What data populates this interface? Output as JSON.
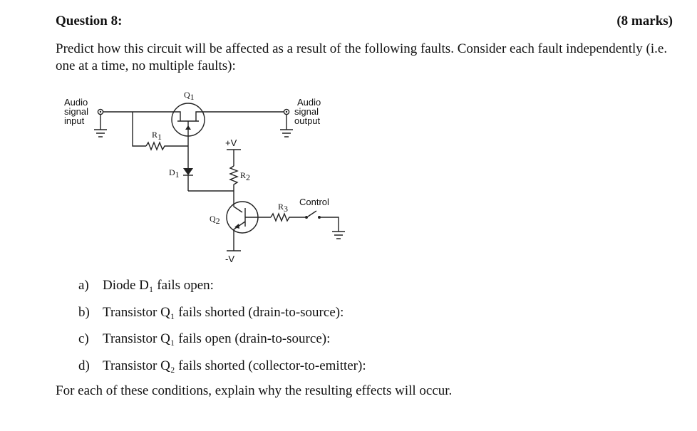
{
  "question": {
    "title": "Question 8:",
    "marks": "(8 marks)",
    "prompt": "Predict how this circuit will be affected as a result of the following faults. Consider each fault independently (i.e. one at a time, no multiple faults):"
  },
  "circuit": {
    "input_label": [
      "Audio",
      "signal",
      "input"
    ],
    "output_label": [
      "Audio",
      "signal",
      "output"
    ],
    "q1": {
      "base": "Q",
      "sub": "1"
    },
    "q2": {
      "base": "Q",
      "sub": "2"
    },
    "r1": {
      "base": "R",
      "sub": "1"
    },
    "r2": {
      "base": "R",
      "sub": "2"
    },
    "r3": {
      "base": "R",
      "sub": "3"
    },
    "d1": {
      "base": "D",
      "sub": "1"
    },
    "pos_supply": "+V",
    "neg_supply": "-V",
    "control": "Control"
  },
  "parts": [
    {
      "letter": "a)",
      "text": "Diode D₁ fails open:"
    },
    {
      "letter": "b)",
      "text": "Transistor Q₁ fails shorted (drain-to-source):"
    },
    {
      "letter": "c)",
      "text": "Transistor Q₁ fails open (drain-to-source):"
    },
    {
      "letter": "d)",
      "text": "Transistor Q₂ fails shorted (collector-to-emitter):"
    }
  ],
  "closing": "For each of these conditions, explain why the resulting effects will occur."
}
